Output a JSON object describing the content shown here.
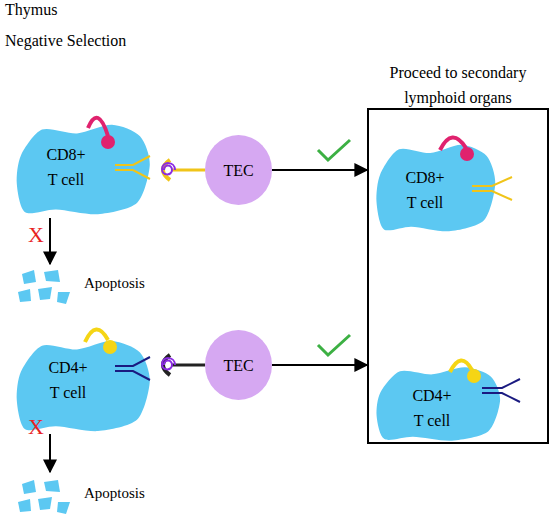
{
  "diagram": {
    "title": "Thymus",
    "nodes": [
      {
        "text": [
          "CD8+ T cell"
        ]
      },
      {
        "text": [
          "TEC"
        ]
      },
      {
        "text": [
          "Proceed to secondary lymphoid organs"
        ]
      },
      {
        "text": [
          "CD8+ T cell"
        ],
        "in": 2
      },
      {
        "text": [
          "CD4+ T cell"
        ]
      },
      {
        "text": [
          "TEC"
        ]
      },
      {
        "text": [
          "CD4+ T cell"
        ],
        "in": 2
      }
    ],
    "edges": [
      {
        "from": 1,
        "to": 2,
        "arrow": "to"
      },
      {
        "from": 5,
        "to": 2,
        "arrow": "to"
      }
    ],
    "labels": [
      "Negative Selection",
      "X",
      "X",
      "Apoptosis",
      "Apoptosis"
    ]
  }
}
